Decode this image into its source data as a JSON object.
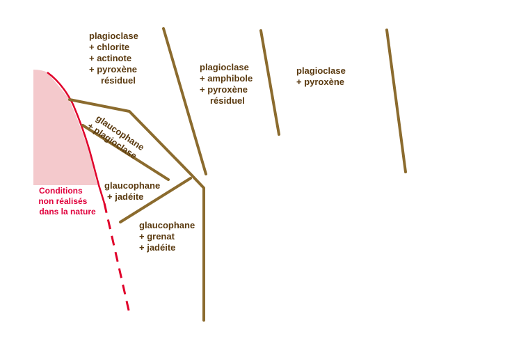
{
  "labels": {
    "zone_top_left": [
      "plagioclase",
      "+ chlorite",
      "+ actinote",
      "+ pyroxène",
      "résiduel"
    ],
    "zone_top_mid": [
      "plagioclase",
      "+ amphibole",
      "+ pyroxène",
      "résiduel"
    ],
    "zone_top_right": [
      "plagioclase",
      "+ pyroxène"
    ],
    "zone_glauco_plagio": [
      "glaucophane",
      "+ plagioclase"
    ],
    "zone_glauco_jadeite": [
      "glaucophane",
      "+ jadéite"
    ],
    "zone_glauco_grenat": [
      "glaucophane",
      "+ grenat",
      "+ jadéite"
    ],
    "conditions": [
      "Conditions",
      "non réalisés",
      "dans la nature"
    ]
  },
  "colors": {
    "boundary": "#8b6b2e",
    "text": "#5a3a10",
    "forbidden_fill": "#f4c9cc",
    "forbidden_line": "#e0002a",
    "forbidden_text": "#e0003c"
  }
}
